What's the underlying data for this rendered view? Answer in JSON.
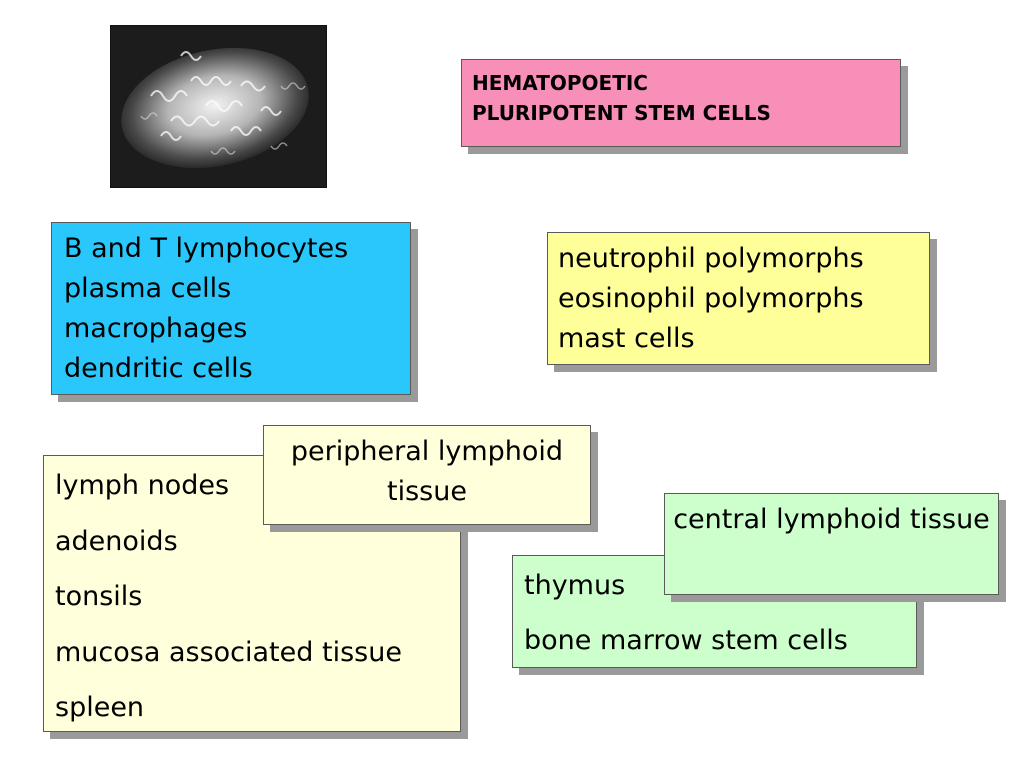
{
  "title": {
    "lines": [
      "HEMATOPOETIC",
      "PLURIPOTENT STEM CELLS"
    ],
    "color": "#f78fb8"
  },
  "immune_cells": {
    "items": [
      "B and T lymphocytes",
      "plasma cells",
      "macrophages",
      "dendritic cells"
    ],
    "color": "#29c7fb"
  },
  "granulocytes": {
    "items": [
      "neutrophil polymorphs",
      "eosinophil polymorphs",
      "mast cells"
    ],
    "color": "#ffff99"
  },
  "peripheral": {
    "label": "peripheral lymphoid tissue",
    "items": [
      "lymph nodes",
      "adenoids",
      "tonsils",
      "mucosa associated tissue",
      "spleen"
    ],
    "color": "#ffffdc"
  },
  "central": {
    "label": "central lymphoid tissue",
    "items": [
      "thymus",
      "bone marrow stem cells"
    ],
    "color": "#ccffcc"
  }
}
